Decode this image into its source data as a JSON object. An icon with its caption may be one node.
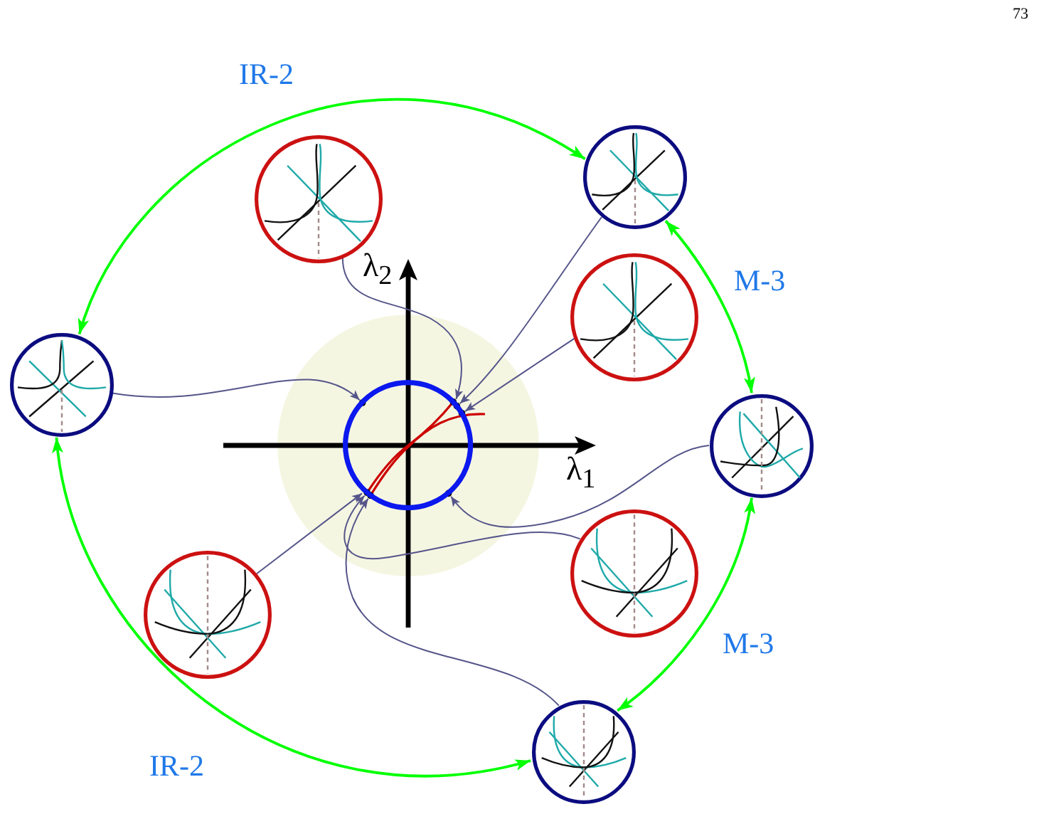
{
  "diagram": {
    "nodes": [
      {
        "text": [],
        "shape": "circle"
      },
      {
        "text": [],
        "shape": "circle"
      },
      {
        "text": [],
        "shape": "circle"
      },
      {
        "text": [],
        "shape": "circle"
      },
      {
        "text": [],
        "shape": "circle"
      },
      {
        "text": [],
        "shape": "circle"
      },
      {
        "text": [],
        "shape": "circle"
      },
      {
        "text": [],
        "shape": "circle"
      },
      {
        "text": [],
        "shape": "circle"
      }
    ],
    "edges": [
      {
        "from": 3,
        "to": 1,
        "arrow": "both",
        "label": "IR-2",
        "color": "#00ff00"
      },
      {
        "from": 1,
        "to": 5,
        "arrow": "both",
        "label": "M-3",
        "color": "#00ff00"
      },
      {
        "from": 5,
        "to": 8,
        "arrow": "both",
        "label": "M-3",
        "color": "#00ff00"
      },
      {
        "from": 3,
        "to": 8,
        "arrow": "both",
        "label": "IR-2",
        "color": "#00ff00"
      },
      {
        "from": 0,
        "to": 4,
        "arrow": "to"
      },
      {
        "from": 1,
        "to": 4,
        "arrow": "to"
      },
      {
        "from": 2,
        "to": 4,
        "arrow": "to"
      },
      {
        "from": 3,
        "to": 4,
        "arrow": "to"
      },
      {
        "from": 5,
        "to": 4,
        "arrow": "to"
      },
      {
        "from": 6,
        "to": 4,
        "arrow": "to"
      },
      {
        "from": 7,
        "to": 4,
        "arrow": "to"
      },
      {
        "from": 8,
        "to": 4,
        "arrow": "to"
      }
    ],
    "labels": [
      "73",
      "λ$_{2}$",
      "λ$_{1}$"
    ]
  }
}
